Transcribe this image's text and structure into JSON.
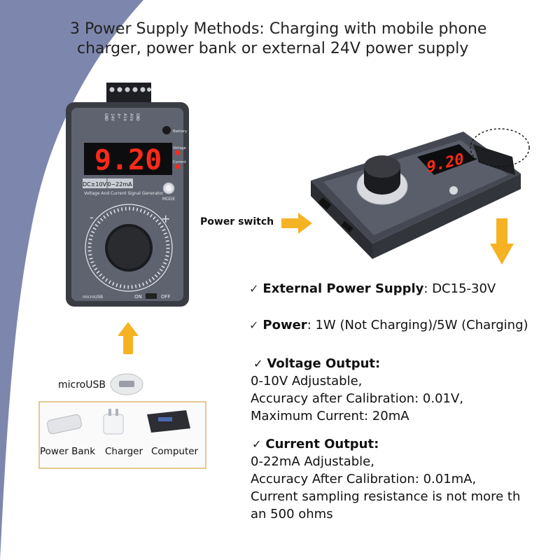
{
  "header": {
    "line1": "3 Power Supply Methods: Charging with mobile phone",
    "line2": "charger, power bank or external 24V power supply"
  },
  "colors": {
    "background_arc": "#7d86ad",
    "arrow": "#f5b324",
    "display_digit": "#ff2a18",
    "device_body": "#4a4d58",
    "device_panel": "#5f636f"
  },
  "device_front": {
    "display_value": "9.20",
    "range_voltage": "DC±10V",
    "range_current": "0~22mA",
    "subtitle": "Voltage And Current Signal Generator",
    "mode_label": "MODE",
    "minus": "-",
    "plus": "+",
    "on_label": "ON",
    "off_label": "OFF",
    "battery_label": "Battery",
    "voltage_led_label": "Voltage",
    "current_led_label": "Current",
    "terminals": [
      "GND",
      "24V",
      "A+",
      "A1o",
      "AVo",
      "GND"
    ]
  },
  "device_side": {
    "display_value": "9.20"
  },
  "labels": {
    "power_switch": "Power switch",
    "micro_usb": "microUSB"
  },
  "power_sources": [
    "Power Bank",
    "Charger",
    "Computer"
  ],
  "features": {
    "check": "✓",
    "external_power": {
      "label": "External Power Supply",
      "value": "DC15-30V"
    },
    "power": {
      "label": "Power",
      "value": "1W (Not Charging)/5W (Charging)"
    },
    "voltage_output": {
      "title": "Voltage Output:",
      "lines": [
        "0-10V Adjustable,",
        "Accuracy after Calibration: 0.01V,",
        "Maximum Current: 20mA"
      ]
    },
    "current_output": {
      "title": "Current Output:",
      "lines": [
        "0-22mA Adjustable,",
        "Accuracy After Calibration: 0.01mA,",
        "Current sampling resistance is not more th",
        "an 500 ohms"
      ]
    }
  }
}
